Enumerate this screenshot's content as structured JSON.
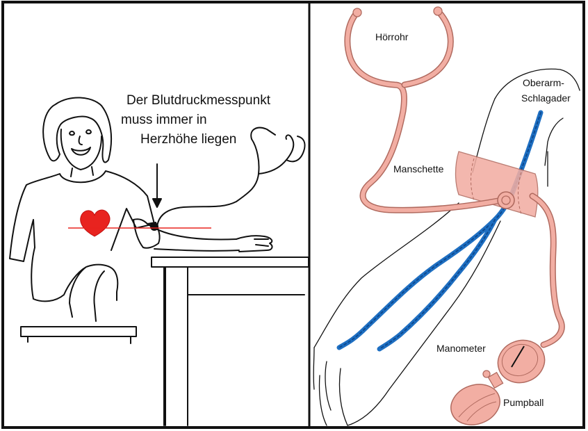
{
  "left_panel": {
    "caption_lines": [
      "Der Blutdruckmesspunkt",
      "muss immer in",
      "Herzhöhe liegen"
    ]
  },
  "right_panel": {
    "labels": {
      "hoerrohr": "Hörrohr",
      "oberarm_line1": "Oberarm-",
      "oberarm_line2": "Schlagader",
      "manschette": "Manschette",
      "manometer": "Manometer",
      "pumpball": "Pumpball"
    }
  },
  "colors": {
    "line": "#111111",
    "heart": "#e8231f",
    "heart_line": "#e8231f",
    "tube_fill": "#f2aea3",
    "tube_stroke": "#b06a5f",
    "artery": "#1e6fc2",
    "artery_dash": "#0d4a90"
  }
}
